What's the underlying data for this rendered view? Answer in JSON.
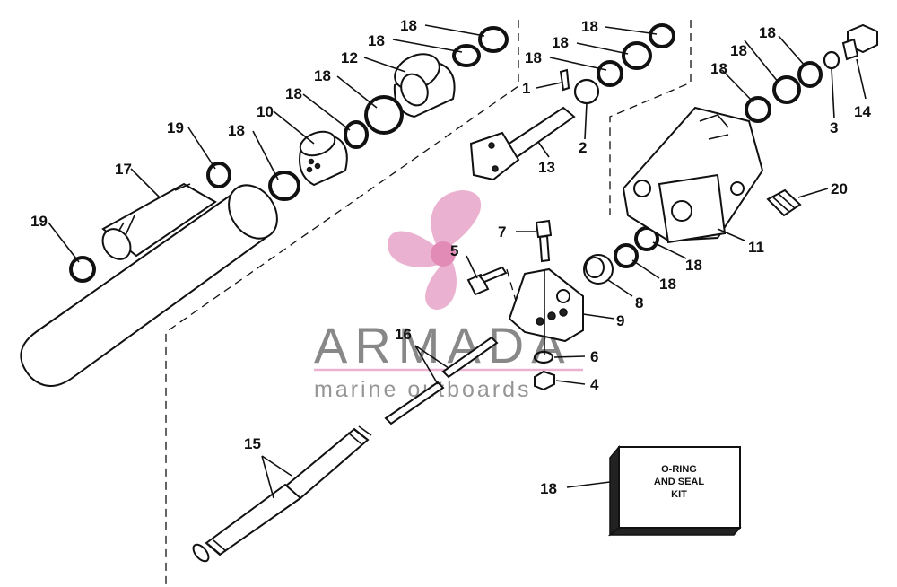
{
  "watermark": {
    "brand": "ARMADA",
    "tagline": "marine outboards",
    "brand_color": "#7a7a7a",
    "accent_color": "#e8a6c8"
  },
  "callouts": {
    "c1": "1",
    "c2": "2",
    "c3": "3",
    "c4": "4",
    "c5": "5",
    "c6": "6",
    "c7": "7",
    "c8": "8",
    "c9": "9",
    "c10": "10",
    "c11": "11",
    "c12": "12",
    "c13": "13",
    "c14": "14",
    "c15": "15",
    "c16": "16",
    "c17": "17",
    "c18": "18",
    "c19": "19",
    "c20": "20"
  },
  "kit": {
    "callout": "18",
    "line1": "O-RING",
    "line2": "AND SEAL",
    "line3": "KIT"
  }
}
